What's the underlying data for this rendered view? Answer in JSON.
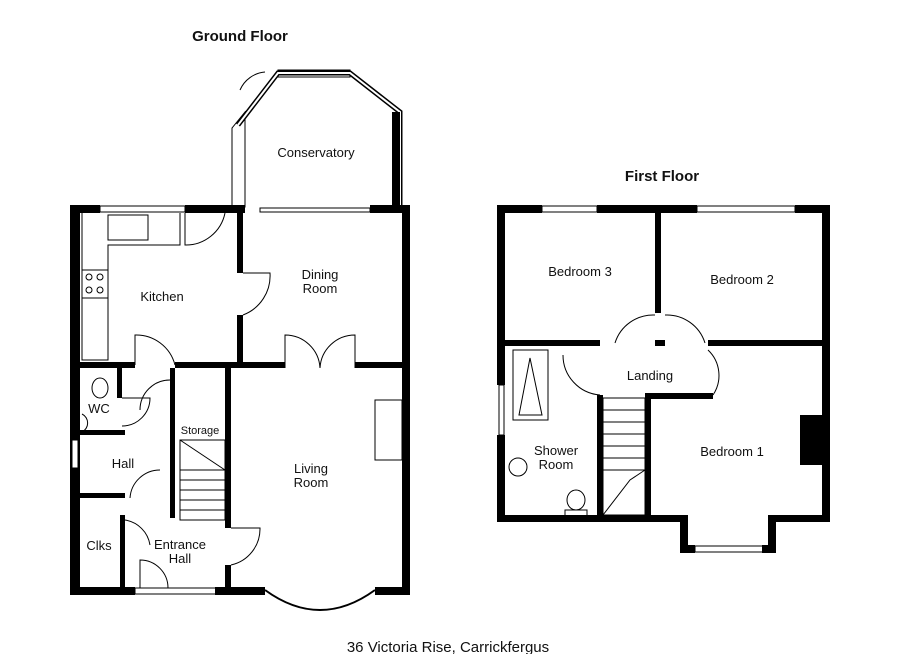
{
  "ground_floor": {
    "title": "Ground Floor",
    "rooms": {
      "conservatory": "Conservatory",
      "kitchen": "Kitchen",
      "dining_1": "Dining",
      "dining_2": "Room",
      "living_1": "Living",
      "living_2": "Room",
      "wc": "WC",
      "hall": "Hall",
      "storage": "Storage",
      "clks": "Clks",
      "entrance_1": "Entrance",
      "entrance_2": "Hall"
    }
  },
  "first_floor": {
    "title": "First Floor",
    "rooms": {
      "bedroom3": "Bedroom 3",
      "bedroom2": "Bedroom 2",
      "landing": "Landing",
      "bedroom1": "Bedroom 1",
      "shower_1": "Shower",
      "shower_2": "Room"
    }
  },
  "address": "36 Victoria Rise, Carrickfergus"
}
